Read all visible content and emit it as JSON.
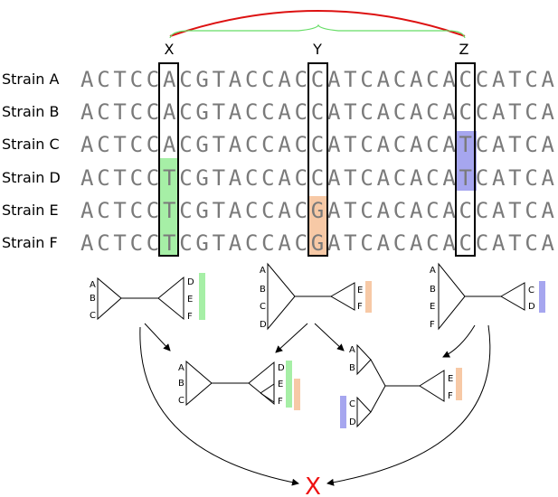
{
  "columns": [
    {
      "label": "X",
      "colorIndex": 8
    },
    {
      "label": "Y",
      "colorIndex": 17
    },
    {
      "label": "Z",
      "colorIndex": 26
    }
  ],
  "strains": [
    {
      "label": "Strain A",
      "sequence": "ACTCCACGTACCACCATCACACACCATCA"
    },
    {
      "label": "Strain B",
      "sequence": "ACTCCACGTACCACCATCACACACCATCA"
    },
    {
      "label": "Strain C",
      "sequence": "ACTCCACGTACCACCATCACACATCATCA"
    },
    {
      "label": "Strain D",
      "sequence": "ACTCCTCGTACCACCATCACACATCATCA"
    },
    {
      "label": "Strain E",
      "sequence": "ACTCCTCGTACCACGATCACACACCATCA"
    },
    {
      "label": "Strain F",
      "sequence": "ACTCCTCGTACCACGATCACACACCATCA"
    }
  ],
  "colors": {
    "green": "#a6efa6",
    "orange": "#f7c9a6",
    "blue": "#a6a6ef",
    "red_arc": "#dd1111",
    "green_arc": "#66dd66",
    "result": "#ee1111"
  },
  "trees": {
    "x_tree": {
      "left": [
        "A",
        "B",
        "C"
      ],
      "right": [
        "D",
        "E",
        "F"
      ]
    },
    "y_tree": {
      "left": [
        "A",
        "B",
        "C",
        "D"
      ],
      "right": [
        "E",
        "F"
      ]
    },
    "z_tree": {
      "left": [
        "A",
        "B",
        "E",
        "F"
      ],
      "right": [
        "C",
        "D"
      ]
    },
    "xy_tree": {
      "left": [
        "A",
        "B",
        "C"
      ],
      "right_outer": "D",
      "right_inner": [
        "E",
        "F"
      ]
    },
    "yz_tree": {
      "top": [
        "A",
        "B"
      ],
      "bottom": [
        "C",
        "D"
      ],
      "right": [
        "E",
        "F"
      ]
    }
  },
  "result": {
    "label": "X"
  }
}
